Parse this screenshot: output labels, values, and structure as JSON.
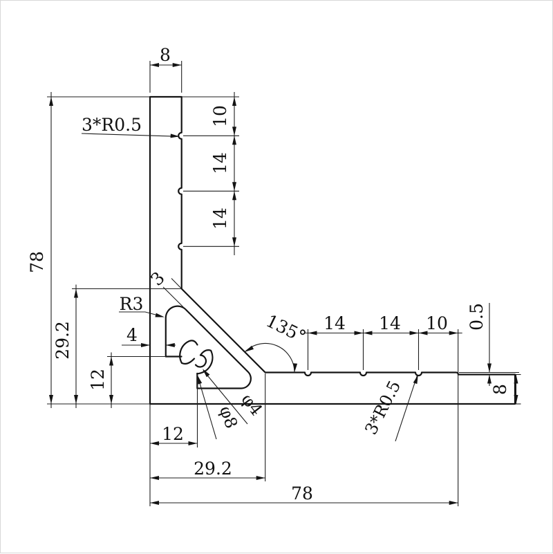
{
  "drawing": {
    "type": "engineering-2d-profile-drawing",
    "units_shown": "mm",
    "colors": {
      "line": "#141414",
      "background": "#ffffff"
    },
    "dims": {
      "top_width": "8",
      "right_chain": [
        "10",
        "14",
        "14"
      ],
      "left_total_height": "78",
      "left_gusset_height": "29.2",
      "left_foot_height": "12",
      "wall_width": "4",
      "corner_radius": "R3",
      "serration_top": "3*R0.5",
      "diag_thickness": "3",
      "angle": "135°",
      "bottom_chain": [
        "14",
        "14",
        "10"
      ],
      "tip_step": "0.5",
      "arm_thickness": "8",
      "boss_offset": "12",
      "gusset_width": "29.2",
      "total_width": "78",
      "serration_bottom": "3*R0.5",
      "boss_outer_dia": "φ8",
      "boss_inner_dia": "φ4"
    }
  }
}
